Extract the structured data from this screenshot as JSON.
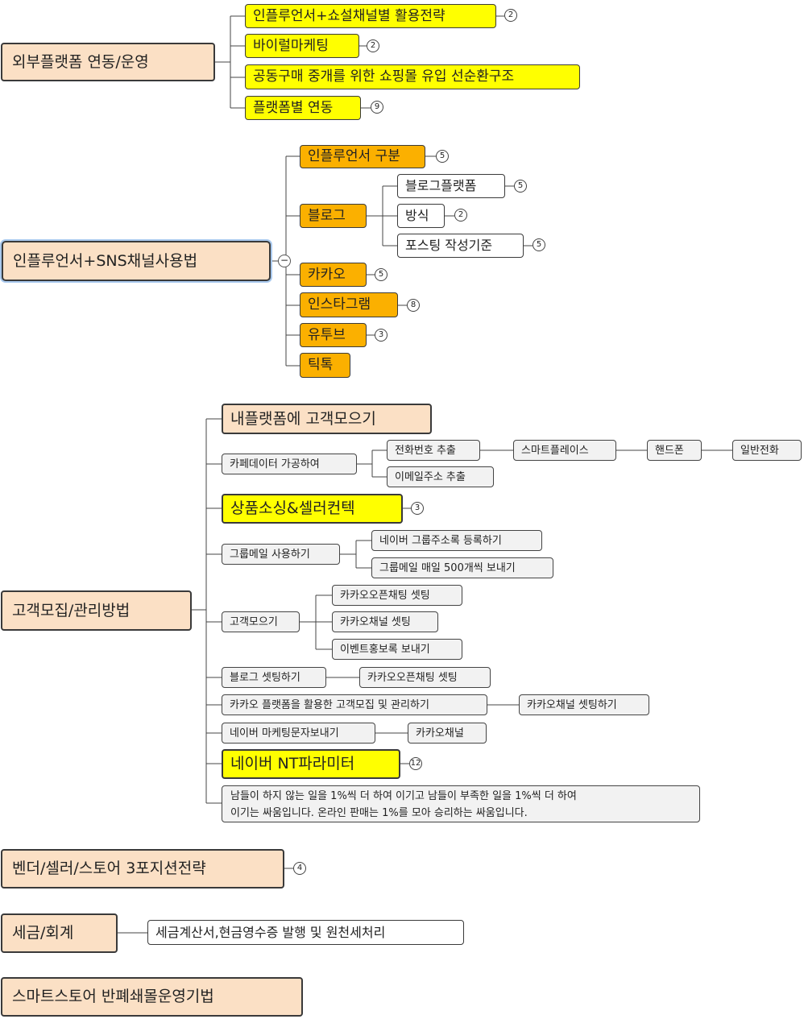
{
  "sections": {
    "external": {
      "title": "외부플랫폼 연동/운영",
      "children": [
        {
          "label": "인플루언서+쇼설채널별 활용전략",
          "badge": "2"
        },
        {
          "label": "바이럴마케팅",
          "badge": "2"
        },
        {
          "label": "공동구매 중개를 위한 쇼핑몰 유입 선순환구조"
        },
        {
          "label": "플랫폼별 연동",
          "badge": "9"
        }
      ]
    },
    "influencer": {
      "title": "인플루언서+SNS채널사용법",
      "collapse_symbol": "−",
      "children": [
        {
          "label": "인플루언서 구분",
          "badge": "5"
        },
        {
          "label": "블로그",
          "children": [
            {
              "label": "블로그플랫폼",
              "badge": "5"
            },
            {
              "label": "방식",
              "badge": "2"
            },
            {
              "label": "포스팅 작성기준",
              "badge": "5"
            }
          ]
        },
        {
          "label": "카카오",
          "badge": "5"
        },
        {
          "label": "인스타그램",
          "badge": "8"
        },
        {
          "label": "유투브",
          "badge": "3"
        },
        {
          "label": "틱톡"
        }
      ]
    },
    "customer": {
      "title": "고객모집/관리방법",
      "my_platform": "내플랫폼에 고객모으기",
      "cafe": {
        "label": "카페데이터 가공하여",
        "phone": "전화번호 추출",
        "smartplace": "스마트플레이스",
        "handphone": "핸드폰",
        "general_phone": "일반전화",
        "email": "이메일주소 추출"
      },
      "sourcing": {
        "label": "상품소싱&셀러컨텍",
        "badge": "3"
      },
      "groupmail": {
        "label": "그룹메일 사용하기",
        "children": [
          "네이버 그룹주소록 등록하기",
          "그룹메일 매일 500개씩 보내기"
        ]
      },
      "gather": {
        "label": "고객모으기",
        "children": [
          "카카오오픈채팅 셋팅",
          "카카오채널 셋팅",
          "이벤트홍보록 보내기"
        ]
      },
      "blog_setting": {
        "label": "블로그 셋팅하기",
        "child": "카카오오픈채팅 셋팅"
      },
      "kakao_platform": {
        "label": "카카오 플랫폼을 활용한 고객모집 및 관리하기",
        "child": "카카오채널 셋팅하기"
      },
      "naver_sms": {
        "label": "네이버 마케팅문자보내기",
        "child": "카카오채널"
      },
      "naver_nt": {
        "label": "네이버 NT파라미터",
        "badge": "12"
      },
      "note_line1": "남들이 하지 않는 일을 1%씩 더 하여 이기고 남들이 부족한 일을 1%씩 더 하여",
      "note_line2": "이기는  싸움입니다.  온라인 판매는 1%를 모아 승리하는 싸움입니다."
    },
    "vendor": {
      "title": "벤더/셀러/스토어 3포지션전략",
      "badge": "4"
    },
    "tax": {
      "title": "세금/회계",
      "child": "세금계산서,현금영수증 발행 및 원천세처리"
    },
    "smartstore": {
      "title": "스마트스토어 반폐쇄몰운영기법"
    }
  }
}
